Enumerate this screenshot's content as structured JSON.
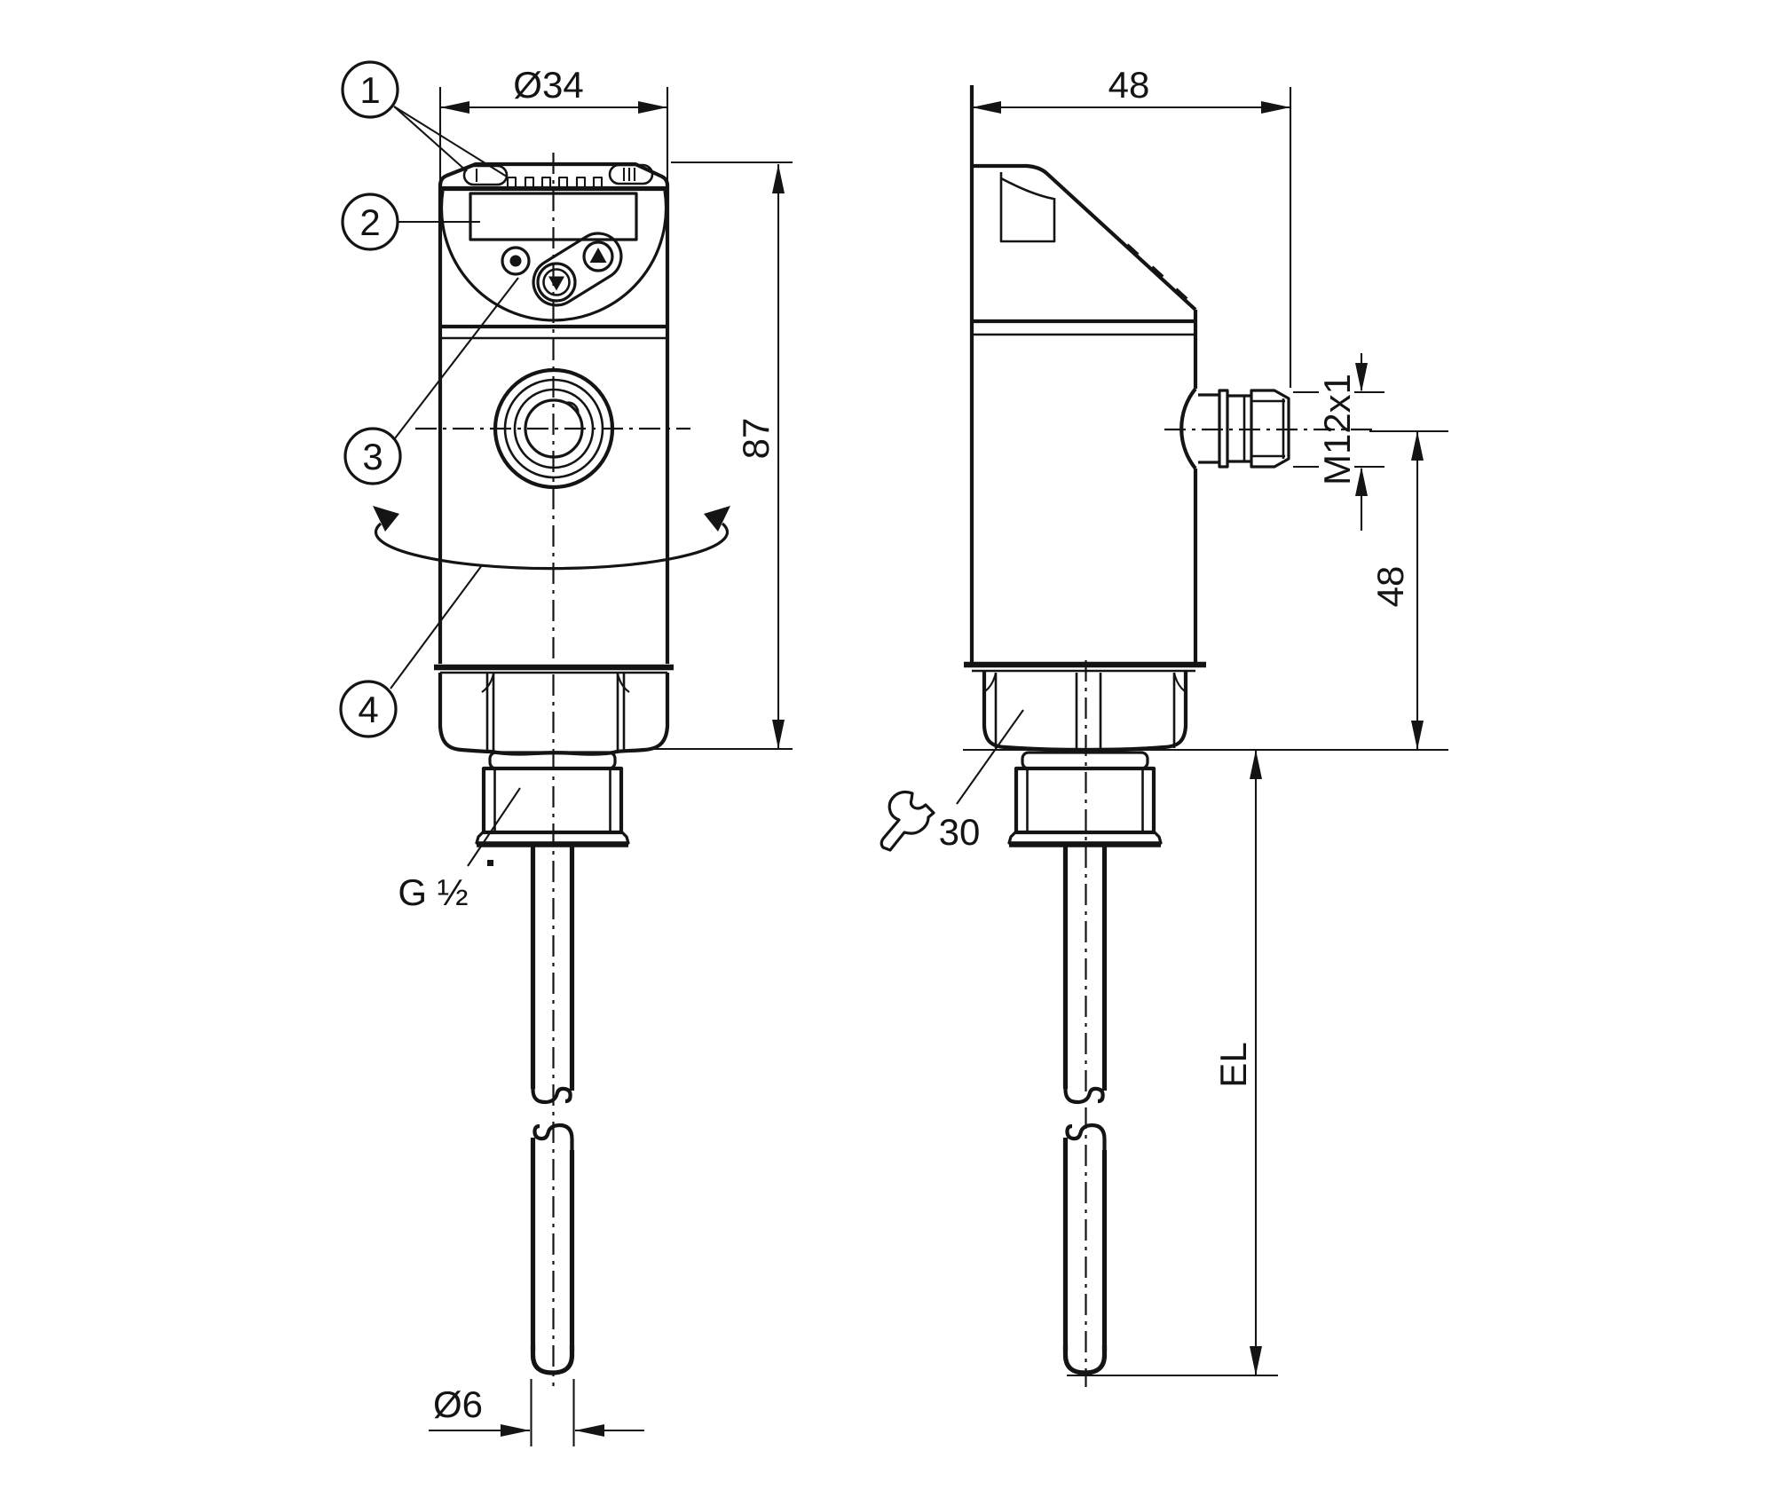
{
  "title": "temperature-sensor-dimensional-drawing",
  "colors": {
    "background": "#ffffff",
    "line": "#141414"
  },
  "callouts": {
    "c1": "1",
    "c2": "2",
    "c3": "3",
    "c4": "4"
  },
  "dimensions": {
    "head_diameter": "Ø34",
    "head_height": "87",
    "housing_depth": "48",
    "connector_thread": "M12x1",
    "connector_axis_height": "48",
    "process_connection": "G ½",
    "wrench_size": "30",
    "probe_diameter": "Ø6",
    "insertion_length": "EL"
  }
}
